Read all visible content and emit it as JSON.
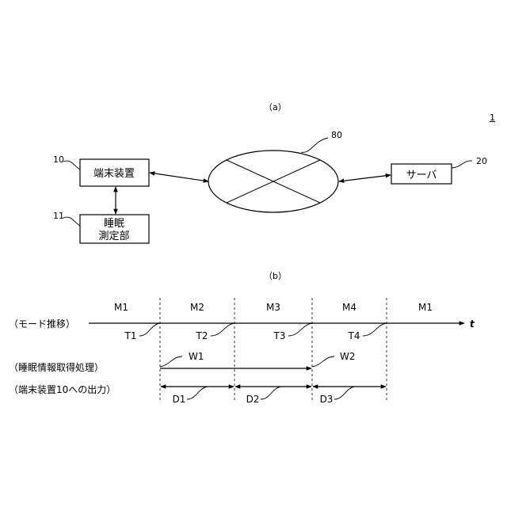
{
  "figure": {
    "label_a": "（a）",
    "label_b": "（b）",
    "system_ref": "1"
  },
  "part_a": {
    "terminal": {
      "label": "端末装置",
      "ref": "10"
    },
    "sleep_unit": {
      "label_line1": "睡眠",
      "label_line2": "測定部",
      "ref": "11"
    },
    "network": {
      "ref": "80"
    },
    "server": {
      "label": "サーバ",
      "ref": "20"
    }
  },
  "part_b": {
    "rows": {
      "mode": "（モード推移）",
      "acquisition": "（睡眠情報取得処理）",
      "output": "（端末装置10への出力）"
    },
    "axis_label": "t",
    "modes": [
      "M1",
      "M2",
      "M3",
      "M4",
      "M1"
    ],
    "times": [
      "T1",
      "T2",
      "T3",
      "T4"
    ],
    "acquisitions": [
      "W1",
      "W2"
    ],
    "outputs": [
      "D1",
      "D2",
      "D3"
    ]
  }
}
